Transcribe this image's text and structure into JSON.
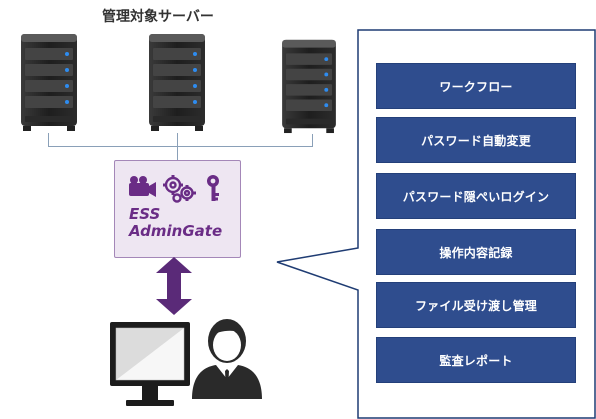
{
  "title": "管理対象サーバー",
  "product": {
    "line1": "ESS",
    "line2": "AdminGate"
  },
  "features": [
    "ワークフロー",
    "パスワード自動変更",
    "パスワード隠ぺいログイン",
    "操作内容記録",
    "ファイル受け渡し管理",
    "監査レポート"
  ],
  "icons": {
    "gateway": [
      "camera-icon",
      "gears-icon",
      "key-icon"
    ],
    "user": [
      "monitor-icon",
      "person-icon"
    ]
  },
  "colors": {
    "feature_bg": "#2f4d8e",
    "brand_purple": "#6a2c86",
    "gateway_bg": "#eee6f2"
  }
}
